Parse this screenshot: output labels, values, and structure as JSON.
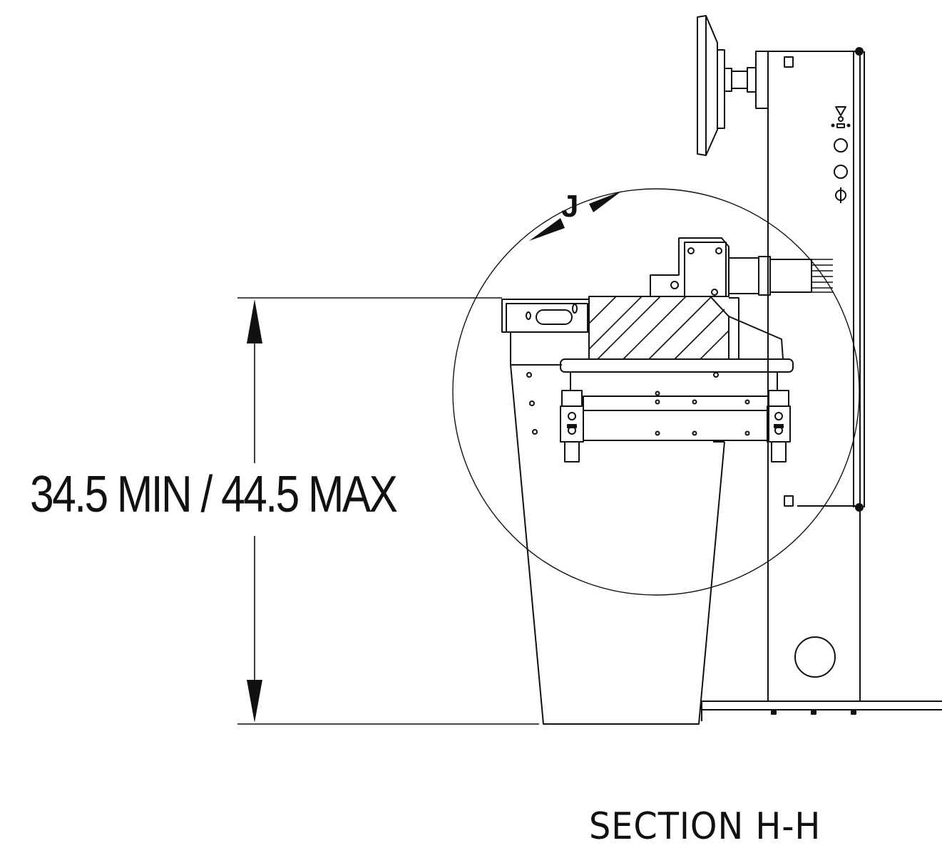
{
  "drawing": {
    "dimension_label": "34.5 MIN / 44.5 MAX",
    "section_title": "SECTION H-H",
    "detail_label": "J"
  },
  "colors": {
    "line": "#111111",
    "background": "#ffffff"
  }
}
